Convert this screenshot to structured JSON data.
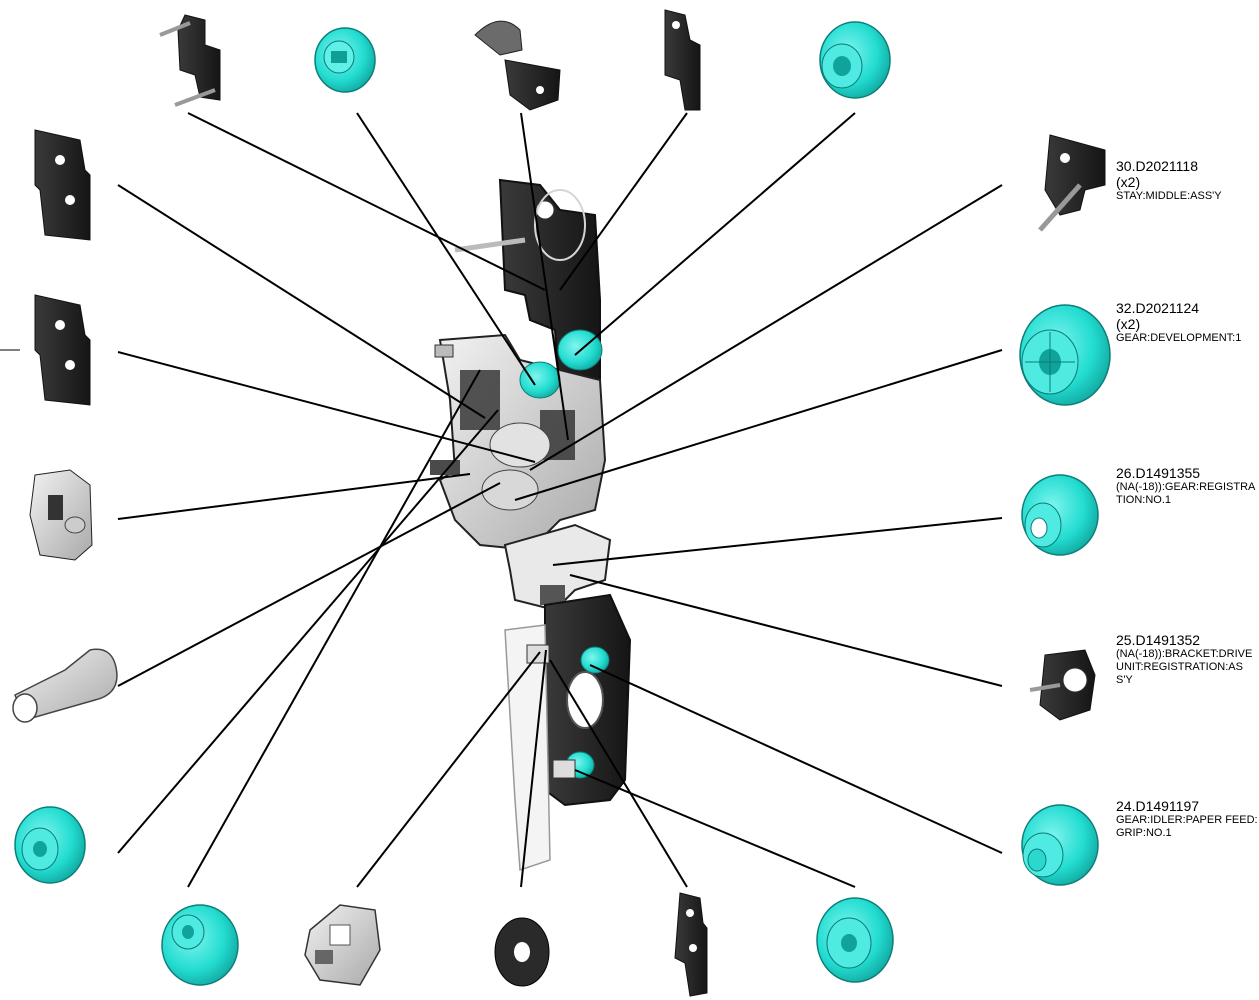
{
  "diagram": {
    "name": "gear drive exploded parts diagram",
    "callouts": [
      {
        "id": "c30",
        "part_no": "30.D2021118",
        "qty": "(x2)",
        "desc": "STAY:MIDDLE:ASS'Y"
      },
      {
        "id": "c32",
        "part_no": "32.D2021124",
        "qty": "(x2)",
        "desc": "GEAR:DEVELOPMENT:1"
      },
      {
        "id": "c26",
        "part_no": "26.D1491355",
        "qty": "",
        "desc": "(NA(-18)):GEAR:REGISTRATION:NO.1"
      },
      {
        "id": "c25",
        "part_no": "25.D1491352",
        "qty": "",
        "desc": "(NA(-18)):BRACKET:DRIVE UNIT:REGISTRATION:ASS'Y"
      },
      {
        "id": "c24",
        "part_no": "24.D1491197",
        "qty": "",
        "desc": "GEAR:IDLER:PAPER FEED:GRIP:NO.1"
      }
    ],
    "colors": {
      "gear_cyan": "#2ee6da",
      "gear_cyan_dark": "#12a9a2",
      "frame_dark": "#2b2b2b",
      "frame_light": "#cfcfcf",
      "leader": "#000000"
    },
    "icons": [
      "gear-icon",
      "frame-bracket-icon",
      "coupling-icon",
      "washer-icon",
      "bushing-icon"
    ]
  }
}
